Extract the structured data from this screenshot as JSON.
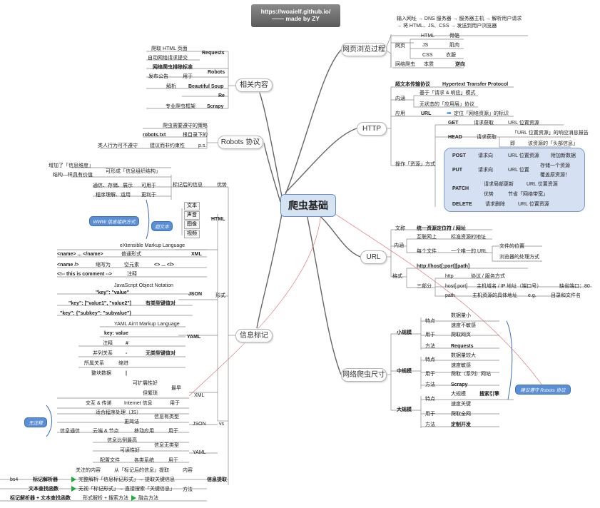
{
  "header": {
    "line1": "https://woaielf.github.io/",
    "line2": "—— made by ZY"
  },
  "center": "爬虫基础",
  "branches": {
    "browse": {
      "title": "网页浏览过程",
      "step1": "输入网址 → DNS 服务器 → 服务器主机 → 解析用户请求",
      "step2": "→ 将 HTML、JS、CSS → 发送到用户浏览器",
      "page_label": "网页",
      "html": "HTML",
      "html_v": "骨骼",
      "js": "JS",
      "js_v": "肌肉",
      "css": "CSS",
      "css_v": "衣服",
      "crawler": "网络爬虫",
      "crawler_mid": "本质",
      "crawler_v": "逆向"
    },
    "http": {
      "title": "HTTP",
      "def": "超文本传输协议",
      "def_v": "Hypertext Transfer Protocol",
      "core": "内涵",
      "core1": "基于「请求 & 响应」模式",
      "core2": "无状态的「应用层」协议",
      "use": "应用",
      "use_url": "URL",
      "use_v": "定位「网络资源」的标识",
      "ops": "操作「资源」方式",
      "get": "GET",
      "get_m": "请求获取",
      "get_v": "URL 位置资源",
      "head": "HEAD",
      "head_m": "请求获取",
      "head_v1": "「URL 位置资源」的响应消息报告",
      "head_mid": "即",
      "head_v2": "该资源的「头部信息」",
      "post": "POST",
      "post_m": "请求向",
      "post_mid": "URL 位置资源",
      "post_v": "附加新数据",
      "put": "PUT",
      "put_m": "请求向",
      "put_mid": "URL 位置",
      "put_v1": "存储一个资源",
      "put_v2": "覆盖原资源！",
      "patch": "PATCH",
      "patch_m": "请求局部更新",
      "patch_v": "URL 位置资源",
      "patch_adv": "优势",
      "patch_adv_v": "节省「网络带宽」",
      "delete": "DELETE",
      "delete_m": "请求删除",
      "delete_v": "URL 位置资源"
    },
    "url": {
      "title": "URL",
      "lit": "文称",
      "lit_v": "统一资源定位符 / 网址",
      "core": "内涵",
      "c1": "互联网上",
      "c1_v": "标准资源的地址",
      "c2": "每个文件",
      "c2_mid": "一个唯一的 URL",
      "c2_v1": "文件的位置",
      "c2_v2": "浏览器的处理方式",
      "fmt": "格式",
      "fmt_v": "http://host[:port][path]",
      "three": "三部分",
      "p1": "http",
      "p1_v": "协议 / 服务方式",
      "p2": "host[:port]",
      "p2_v": "主机域名 / IP 地址（端口号）",
      "p2_d": "缺省端口：80",
      "p3": "path",
      "p3_v": "主机资源的具体地址",
      "p3_eg": "e.g.",
      "p3_ex": "目录和文件名"
    },
    "size": {
      "title": "网络爬虫尺寸",
      "small": "小规模",
      "mid": "中规模",
      "large": "大规模",
      "feat": "特点",
      "use": "用于",
      "method": "方法",
      "s_f1": "数据量小",
      "s_f2": "速度不敏感",
      "s_use": "爬取网页",
      "s_m": "Requests",
      "m_f1": "数据量较大",
      "m_f2": "速度敏感",
      "m_use": "爬取（系列）网站",
      "m_m": "Scrapy",
      "l_f1": "大规模",
      "l_f2": "速度关键",
      "l_use": "爬取全网",
      "l_m": "定制开发",
      "engine": "搜索引擎",
      "note": "建议遵守 Robots 协议"
    },
    "related": {
      "title": "相关内容",
      "requests": "Requests",
      "r1": "爬取 HTML 页面",
      "r2": "自动网络请求提交",
      "robots": "Robots",
      "ro1": "网络爬虫排除标准",
      "ro2": "发布公告",
      "ro2_v": "用于",
      "bs": "Beautiful Soup",
      "bs1": "解析",
      "re": "Re",
      "scrapy": "Scrapy",
      "sc1": "专业爬虫框架"
    },
    "robots": {
      "title": "Robots 协议",
      "a": "爬虫需要遵守的策略",
      "txt": "robots.txt",
      "txt_v": "根目录下的",
      "b": "类人行为可不遵守",
      "b_mid": "建议而非约束性",
      "b_ps": "p.s."
    },
    "info": {
      "title": "信息标记",
      "benefit": "优势",
      "marked": "标记后的信息",
      "b1": "增加了「信息维度」",
      "b2": "结构—样具有价值",
      "b_mid": "可形成「信息组织结构」",
      "b3": "通信、存储、展示",
      "b3_v": "可用于",
      "b4": "程序理解、运用",
      "b4_v": "更利于",
      "form": "形式",
      "html": "HTML",
      "h_text": "文本",
      "h_sound": "声音",
      "h_img": "图像",
      "h_video": "视频",
      "www": "WWW 信息组织方式",
      "hyper": "超文本",
      "xml": "XML",
      "xml_full": "eXtensible Markup Language",
      "x1": "<name> ... </name>",
      "x1_v": "普通形式",
      "x2": "<name />",
      "x2_m": "缩写为",
      "x2_v": "空元素",
      "x3": "<!-- this is comment -->",
      "x3_v": "注释",
      "x_tag": "<> ... </>",
      "json": "JSON",
      "json_full": "JavaScript Object Notation",
      "j1": "\"key\": \"value\"",
      "j2": "\"key\": [\"value1\", \"value2\"]",
      "j3": "\"key\": {\"subkey\": \"subvalue\"}",
      "j_tag": "有类型键值对",
      "yaml": "YAML",
      "yaml_full": "YAML Ain't Markup Language",
      "y1": "key: value",
      "y2": "注释",
      "y2_s": "#",
      "y3": "并列关系",
      "y3_s": "-",
      "y4": "所属关系",
      "y4_s": "缩进",
      "y5": "整块数据",
      "y5_s": "|",
      "y_tag": "无类型键值对",
      "vs": "vs",
      "vs_xml": "XML",
      "vs_json": "JSON",
      "vs_yaml": "YAML",
      "x_e": "最早",
      "x_e1": "可扩展性好",
      "x_e2": "但繁琐",
      "x_u": "交互 & 传递",
      "x_u_m": "Internet 信息",
      "x_u_v": "用于",
      "j_c": "信息有类型",
      "j_c1": "适合程序处理（JS）",
      "j_c2": "更简洁",
      "j_u": "信息通信",
      "j_u_m": "云端 & 节点",
      "j_u_m2": "移动应用",
      "j_u_v": "用于",
      "y_c": "信息无类型",
      "y_c1": "信息比例最高",
      "y_c2": "可读性好",
      "y_u": "配置文件",
      "y_u_m": "各类系统",
      "y_u_v": "用于",
      "no_comment": "无注释",
      "extract": "信息提取",
      "e_content": "内容",
      "e_c1": "关注的内容",
      "e_c2": "从「标记后的信息」提取",
      "e_method": "方法",
      "e_m1": "完整解析「信息标记形式」→ 提取关键信息",
      "e_m2": "无视「标记形式」→ 直接搜索「关键信息」",
      "e_m3": "融合方法",
      "e_l1": "bs4",
      "e_l1_v": "标记解析器",
      "e_l2": "文本查找函数",
      "e_l3": "标记解析器 + 文本查找函数",
      "e_l3_v": "形式解析 + 搜索方法"
    }
  }
}
